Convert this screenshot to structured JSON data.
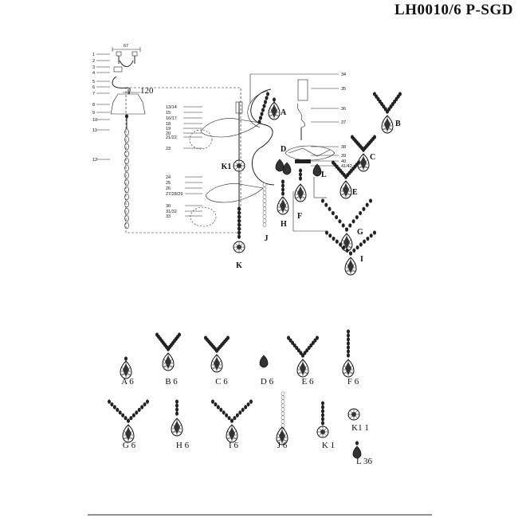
{
  "model": "LH0010/6 P-SGD",
  "dim_top": "67",
  "dim_canopy": "120",
  "left_callouts": [
    "1",
    "2",
    "3",
    "4",
    "5",
    "6",
    "7",
    "8",
    "9",
    "10",
    "11",
    "12"
  ],
  "arm_callouts_top": [
    "13/14",
    "15",
    "16/17",
    "18",
    "19",
    "20",
    "21/22",
    "23"
  ],
  "arm_callouts_bottom": [
    "24",
    "25",
    "26",
    "27/28/29",
    "30",
    "31/32",
    "33"
  ],
  "right_callouts": [
    "34",
    "35",
    "36",
    "37",
    "38",
    "39",
    "40",
    "41/42"
  ],
  "diagram_letters": [
    "A",
    "B",
    "C",
    "D",
    "E",
    "F",
    "G",
    "H",
    "I",
    "J",
    "K",
    "K1",
    "L"
  ],
  "parts": [
    {
      "letter": "A",
      "qty": "6"
    },
    {
      "letter": "B",
      "qty": "6"
    },
    {
      "letter": "C",
      "qty": "6"
    },
    {
      "letter": "D",
      "qty": "6"
    },
    {
      "letter": "E",
      "qty": "6"
    },
    {
      "letter": "F",
      "qty": "6"
    },
    {
      "letter": "G",
      "qty": "6"
    },
    {
      "letter": "H",
      "qty": "6"
    },
    {
      "letter": "I",
      "qty": "6"
    },
    {
      "letter": "J",
      "qty": "6"
    },
    {
      "letter": "K",
      "qty": "1"
    },
    {
      "letter": "K1",
      "qty": "1"
    },
    {
      "letter": "L",
      "qty": "36"
    }
  ]
}
